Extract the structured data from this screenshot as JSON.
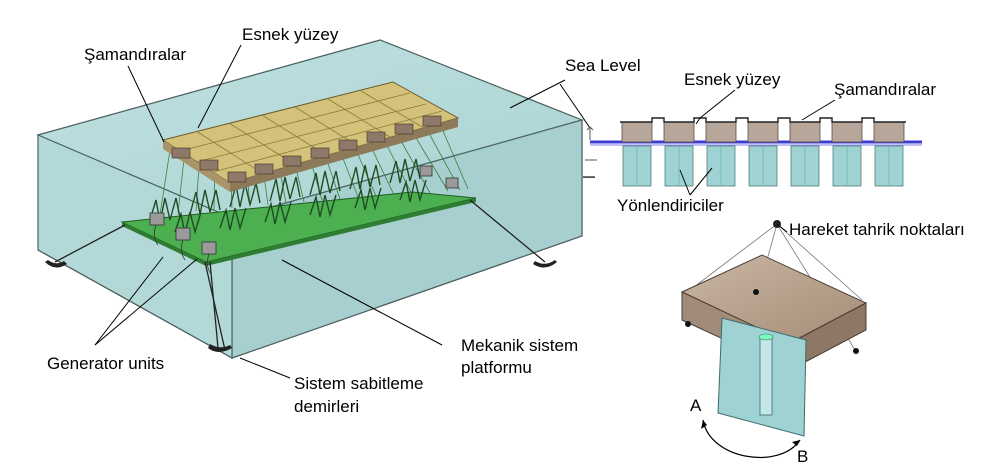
{
  "labels": {
    "samandiralar_left": "Şamandıralar",
    "esnek_yuzey_left": "Esnek yüzey",
    "sea_level": "Sea Level",
    "esnek_yuzey_right": "Esnek yüzey",
    "samandiralar_right": "Şamandıralar",
    "yonlendiriciler": "Yönlendiriciler",
    "hareket": "Hareket tahrik noktaları",
    "generator_units": "Generator units",
    "mekanik_line1": "Mekanik sistem",
    "mekanik_line2": "platformu",
    "sistem_line1": "Sistem sabitleme",
    "sistem_line2": "demirleri",
    "point_a": "A",
    "point_b": "B"
  },
  "colors": {
    "water": "#b8dcdc",
    "water_edge": "#5a6e6e",
    "surface": "#d4c27a",
    "platform": "#4caf50",
    "float_body": "#b09a86",
    "fin": "#9fd3d3",
    "water_line": "#3d3dd6"
  }
}
